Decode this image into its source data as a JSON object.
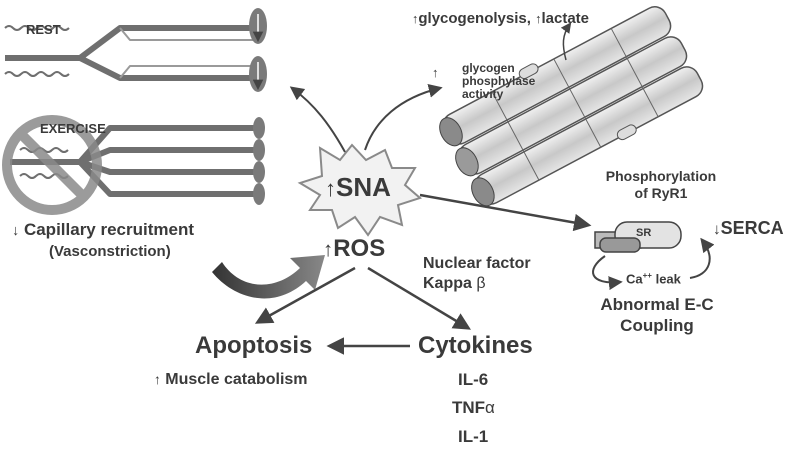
{
  "labels": {
    "rest": "REST",
    "exercise": "EXERCISE",
    "capillary": "Capillary recruitment",
    "vasoconstriction": "(Vasconstriction)",
    "sna": "SNA",
    "ros": "ROS",
    "glyco_top_a": "glycogenolysis,",
    "glyco_top_b": "lactate",
    "gp_line1": "glycogen",
    "gp_line2": "phosphylase",
    "gp_line3": "activity",
    "phos_line1": "Phosphorylation",
    "phos_line2": "of RyR1",
    "serca": "SERCA",
    "sr": "SR",
    "ca_leak": "Ca",
    "ca_sup": "++",
    "ca_leak_rest": " leak",
    "abnormal_line1": "Abnormal E-C",
    "abnormal_line2": "Coupling",
    "nuclear_line1": "Nuclear factor",
    "nuclear_line2": "Kappa",
    "nuclear_beta": "β",
    "apoptosis": "Apoptosis",
    "cytokines": "Cytokines",
    "muscle_catabolism": "Muscle catabolism",
    "il6": "IL-6",
    "tnf_a": "TNF",
    "tnf_alpha": "α",
    "il1": "IL-1"
  },
  "icons": {
    "up_arrow": "↑",
    "down_arrow": "↓"
  },
  "colors": {
    "text": "#3a3a3a",
    "vessel": "#6f6f6f",
    "arrow": "#444444",
    "starburst": "#f2f2f2",
    "muscle_fiber": "#d9d9d9",
    "big_arrow": "#555555",
    "no_sign": "#8a8a8a"
  }
}
